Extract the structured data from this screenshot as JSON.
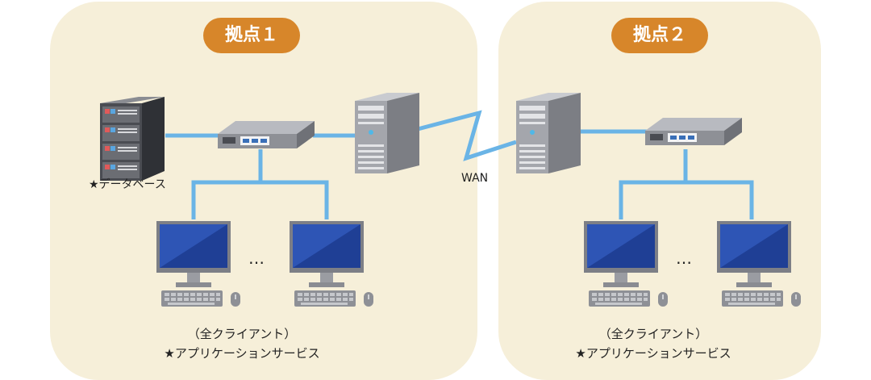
{
  "sites": [
    {
      "name": "拠点１",
      "caption_line1": "（全クライアント）",
      "caption_line2": "★アプリケーションサービス"
    },
    {
      "name": "拠点２",
      "caption_line1": "（全クライアント）",
      "caption_line2": "★アプリケーションサービス"
    }
  ],
  "database_label": "★データベース",
  "wan_label": "WAN",
  "ellipsis": "…",
  "colors": {
    "site_bg": "#f6efd9",
    "badge": "#d7862a",
    "link": "#6ab4e6",
    "screen": "#2e55b5"
  }
}
